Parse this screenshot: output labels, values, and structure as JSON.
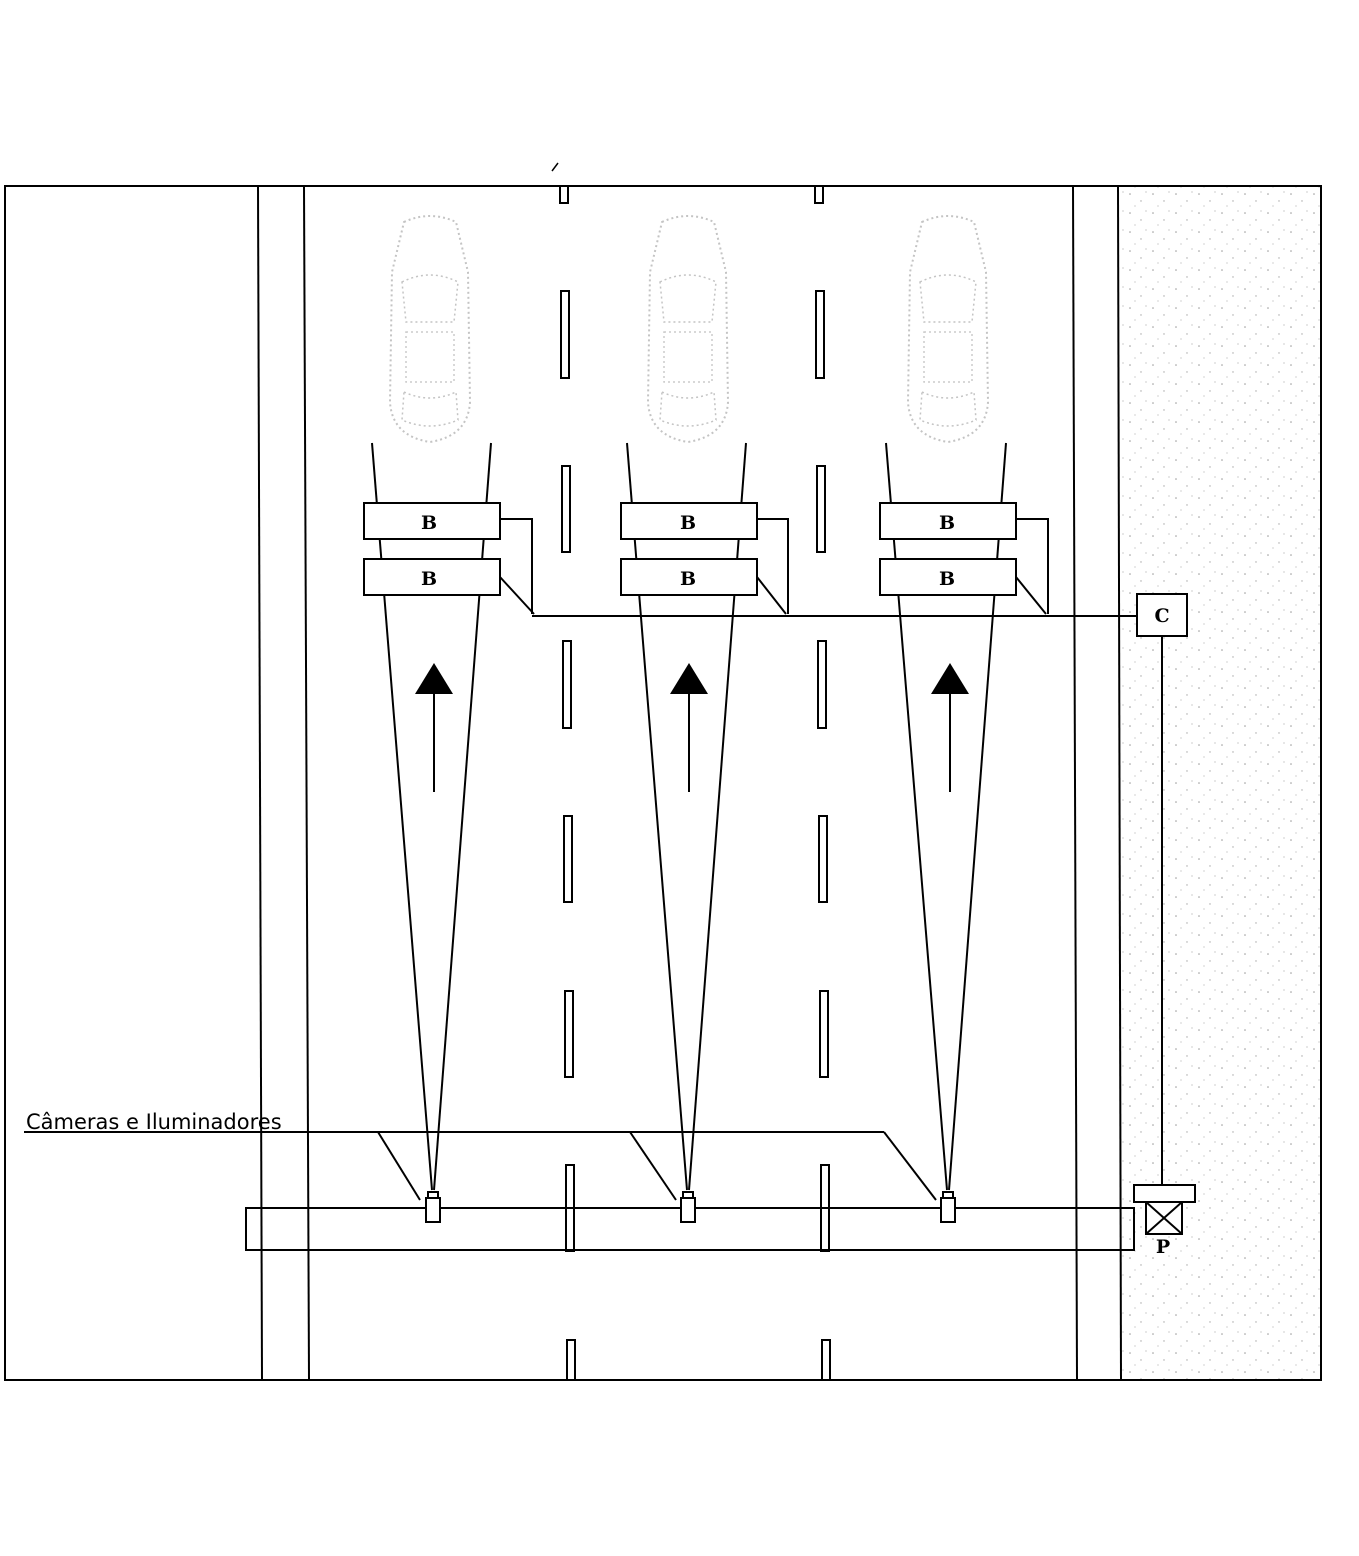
{
  "caption": "Câmeras e Iluminadores",
  "lanes": [
    {
      "id": "lane-1",
      "loop_top": "B",
      "loop_bottom": "B"
    },
    {
      "id": "lane-2",
      "loop_top": "B",
      "loop_bottom": "B"
    },
    {
      "id": "lane-3",
      "loop_top": "B",
      "loop_bottom": "B"
    }
  ],
  "controller_label": "C",
  "pole_label": "P",
  "colors": {
    "line": "#000000",
    "stipple": "#9a9a9a",
    "car": "#c4c4c4"
  }
}
